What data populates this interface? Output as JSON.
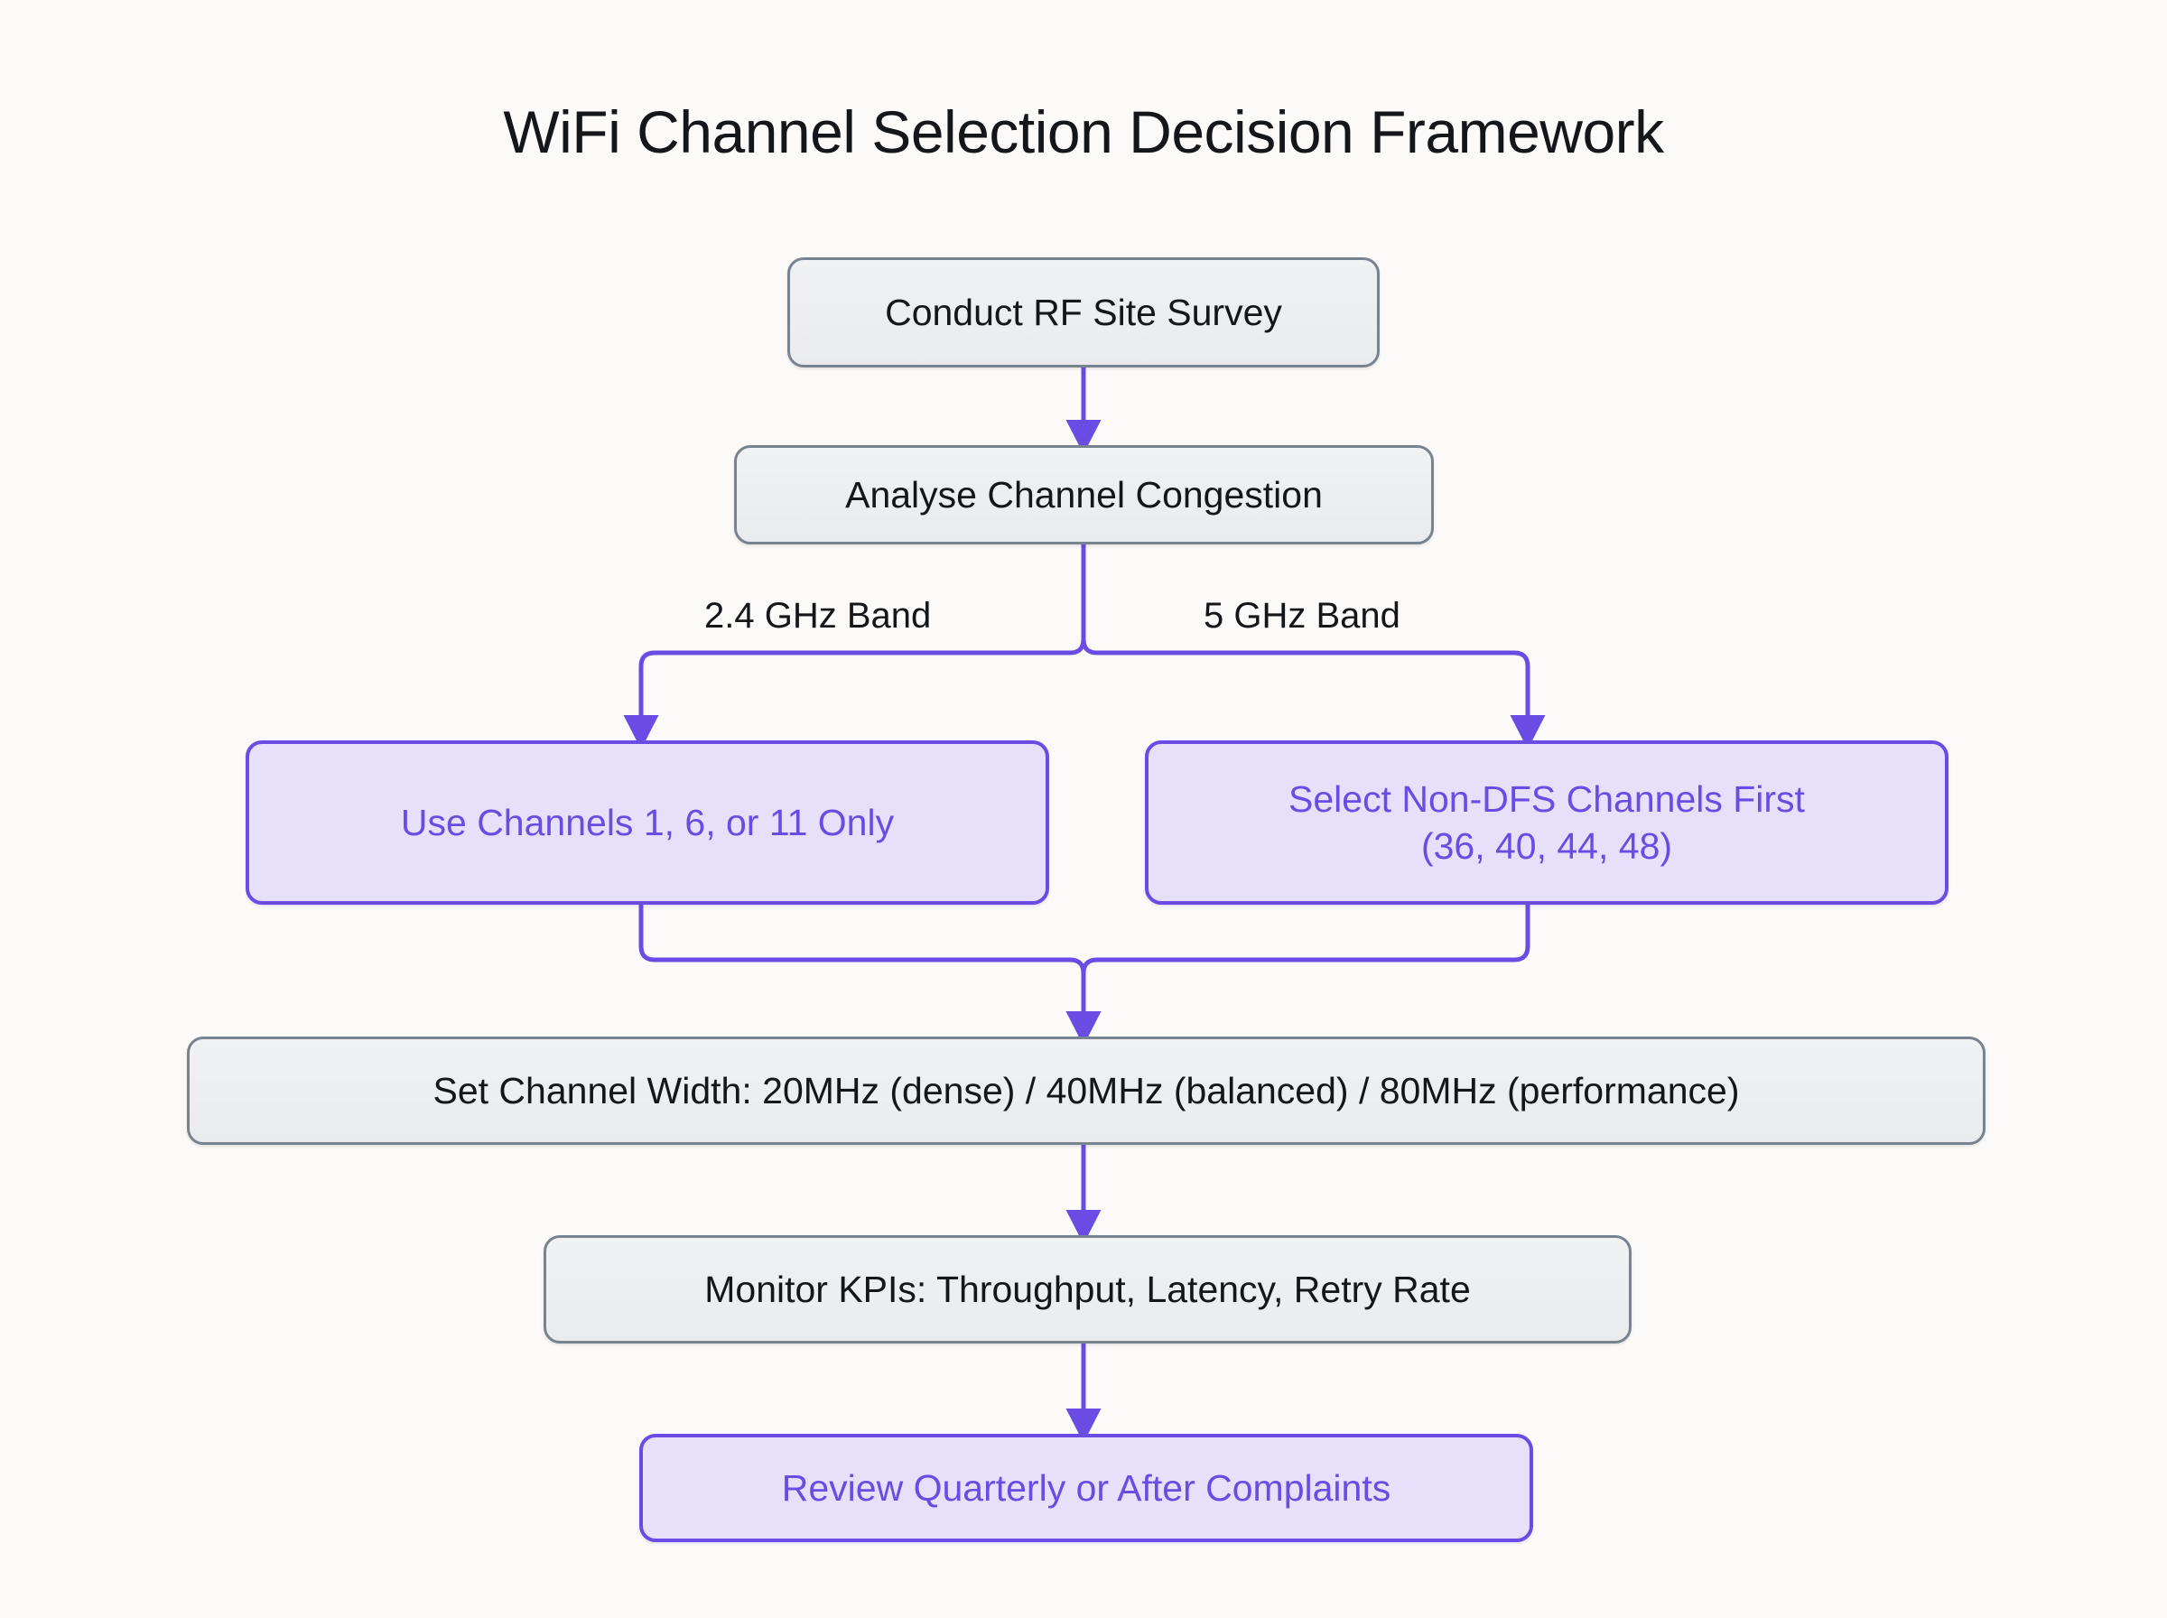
{
  "diagram": {
    "title": "WiFi Channel Selection Decision Framework",
    "background_color": "#fbfaf8",
    "accent_color": "#6a4ce4",
    "process_fill": "#eceef0",
    "process_border": "#79828f",
    "decision_fill": "#e6e0fa",
    "type": "flowchart",
    "direction": "top-to-bottom"
  },
  "nodes": [
    {
      "id": "survey",
      "label": "Conduct RF Site Survey",
      "style": "process"
    },
    {
      "id": "analyse",
      "label": "Analyse Channel Congestion",
      "style": "process"
    },
    {
      "id": "ghz24",
      "label": "Use Channels 1, 6, or 11 Only",
      "style": "decision"
    },
    {
      "id": "ghz5",
      "label_line1": "Select Non-DFS Channels First",
      "label_line2": "(36, 40, 44, 48)",
      "style": "decision"
    },
    {
      "id": "width",
      "label": "Set Channel Width: 20MHz (dense) / 40MHz (balanced) / 80MHz (performance)",
      "style": "process"
    },
    {
      "id": "kpi",
      "label": "Monitor KPIs: Throughput, Latency, Retry Rate",
      "style": "process"
    },
    {
      "id": "review",
      "label": "Review Quarterly or After Complaints",
      "style": "decision"
    }
  ],
  "edges": [
    {
      "from": "survey",
      "to": "analyse",
      "label": ""
    },
    {
      "from": "analyse",
      "to": "ghz24",
      "label": "2.4 GHz Band"
    },
    {
      "from": "analyse",
      "to": "ghz5",
      "label": "5 GHz Band"
    },
    {
      "from": "ghz24",
      "to": "width",
      "label": ""
    },
    {
      "from": "ghz5",
      "to": "width",
      "label": ""
    },
    {
      "from": "width",
      "to": "kpi",
      "label": ""
    },
    {
      "from": "kpi",
      "to": "review",
      "label": ""
    }
  ]
}
